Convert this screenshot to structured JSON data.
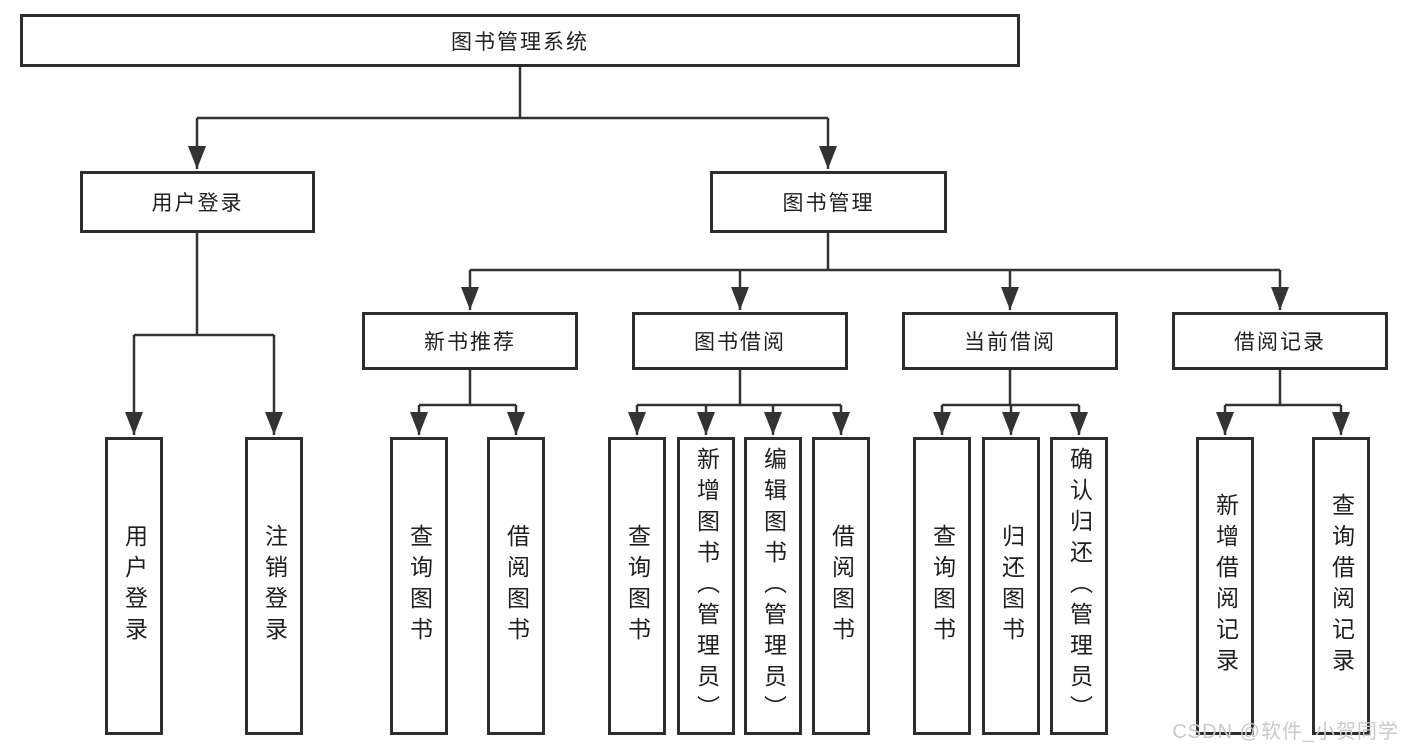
{
  "colors": {
    "line": "#333333",
    "node_border": "#2d2d2d",
    "node_text": "#1f1f1f",
    "background": "#ffffff",
    "watermark": "#c9c9c9"
  },
  "tree": {
    "label": "图书管理系统",
    "children": [
      {
        "label": "用户登录",
        "children": [
          {
            "label": "用户登录"
          },
          {
            "label": "注销登录"
          }
        ]
      },
      {
        "label": "图书管理",
        "children": [
          {
            "label": "新书推荐",
            "children": [
              {
                "label": "查询图书"
              },
              {
                "label": "借阅图书"
              }
            ]
          },
          {
            "label": "图书借阅",
            "children": [
              {
                "label": "查询图书"
              },
              {
                "label": "新增图书（管理员）"
              },
              {
                "label": "编辑图书（管理员）"
              },
              {
                "label": "借阅图书"
              }
            ]
          },
          {
            "label": "当前借阅",
            "children": [
              {
                "label": "查询图书"
              },
              {
                "label": "归还图书"
              },
              {
                "label": "确认归还（管理员）"
              }
            ]
          },
          {
            "label": "借阅记录",
            "children": [
              {
                "label": "新增借阅记录"
              },
              {
                "label": "查询借阅记录"
              }
            ]
          }
        ]
      }
    ]
  },
  "watermark": {
    "text": "CSDN @软件_小贺同学"
  }
}
